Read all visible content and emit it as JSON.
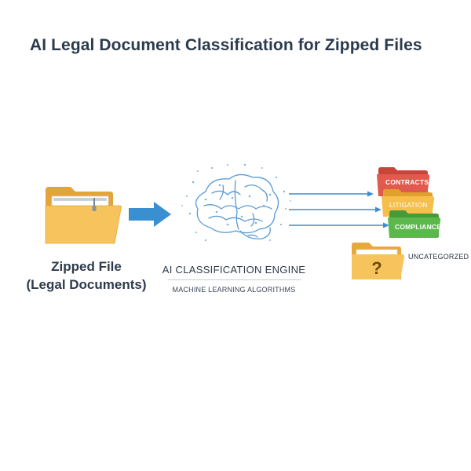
{
  "title": "AI Legal Document Classification for Zipped Files",
  "source": {
    "line1": "Zipped File",
    "line2": "(Legal Documents)"
  },
  "engine": {
    "title": "AI CLASSIFICATION ENGINE",
    "subtitle": "MACHINE LEARNING ALGORITHMS"
  },
  "categories": {
    "contracts": "CONTRACTS",
    "litigation": "LITIGATION",
    "compliance": "COMPLIANCE",
    "uncategorized": "UNCATEGORZED",
    "uncategorized_mark": "?"
  },
  "colors": {
    "folder": "#f7c35c",
    "folder_dark": "#e8a93a",
    "arrow": "#3a8fd0",
    "contracts": "#e05a4e",
    "litigation": "#f2b53c",
    "compliance": "#58b548",
    "brain": "#5a9bd5"
  },
  "icons": [
    "zip-folder-icon",
    "arrow-right-icon",
    "brain-icon",
    "folder-icon",
    "question-folder-icon"
  ]
}
